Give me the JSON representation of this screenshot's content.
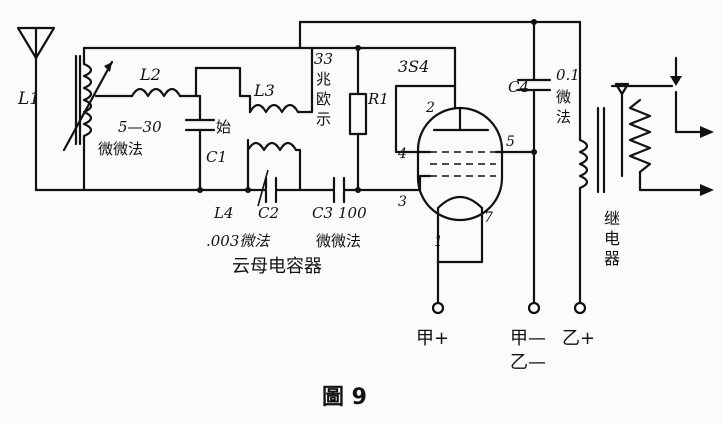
{
  "labels": {
    "l1": "L1",
    "l2": "L2",
    "l3": "L3",
    "l4": "L4",
    "c1": "C1",
    "c2": "C2",
    "c3": "C3",
    "c4": "C4",
    "r1": "R1",
    "range": "5—30",
    "range_unit": "微微法",
    "c1_note": "始",
    "l3_note_a": "33",
    "l3_note_b": "兆",
    "l3_note_c": "欧",
    "l3_note_d": "示",
    "c2_value": ".003微法",
    "c3_value": "100",
    "c3_unit": "微微法",
    "mica_caption": "云母电容器",
    "c4_value": "0.1",
    "c4_unit_a": "微",
    "c4_unit_b": "法",
    "relay_a": "继",
    "relay_b": "电",
    "relay_c": "器",
    "tube_type": "3S4",
    "pin1": "1",
    "pin2": "2",
    "pin3": "3",
    "pin4": "4",
    "pin5": "5",
    "pin7": "7",
    "plus_a": "甲+",
    "minus_a": "甲—",
    "minus_b": "乙—",
    "plus_b": "乙+",
    "figure": "圖 9"
  }
}
